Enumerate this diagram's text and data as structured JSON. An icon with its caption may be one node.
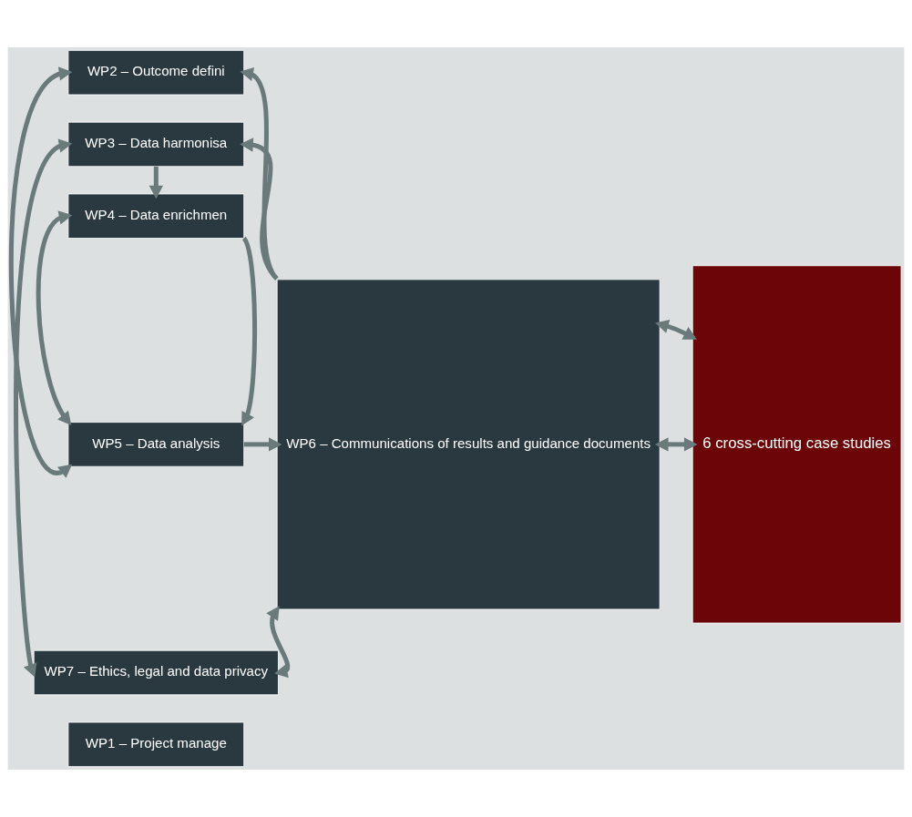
{
  "diagram": {
    "nodes": [
      {
        "text": [
          "WP2 – Outcome defini"
        ]
      },
      {
        "text": [
          "WP3 – Data harmonisa"
        ]
      },
      {
        "text": [
          "WP4 – Data enrichmen"
        ]
      },
      {
        "text": [
          "WP5 – Data analysis"
        ]
      },
      {
        "text": [
          "WP7 – Ethics, legal and data privacy"
        ]
      },
      {
        "text": [
          "WP1 – Project manage"
        ]
      },
      {
        "text": [
          "6 cross-cutting case studies"
        ]
      },
      {
        "text": [
          "WP6 – Communications of results and guidance documents"
        ]
      }
    ],
    "edges": [
      {
        "from": 0,
        "to": 3,
        "arrow": "both"
      },
      {
        "from": 1,
        "to": 4,
        "arrow": "both"
      },
      {
        "from": 2,
        "to": 3,
        "arrow": "both"
      },
      {
        "from": 1,
        "to": 2,
        "arrow": "to"
      },
      {
        "from": 2,
        "to": 3,
        "arrow": "to"
      },
      {
        "from": 7,
        "to": 0,
        "arrow": "to"
      },
      {
        "from": 7,
        "to": 1,
        "arrow": "to"
      },
      {
        "from": 6,
        "to": 7,
        "arrow": "both"
      },
      {
        "from": 6,
        "to": 7,
        "arrow": "both"
      },
      {
        "from": 3,
        "to": 7,
        "arrow": "to"
      },
      {
        "from": 4,
        "to": 7,
        "arrow": "both"
      }
    ]
  }
}
